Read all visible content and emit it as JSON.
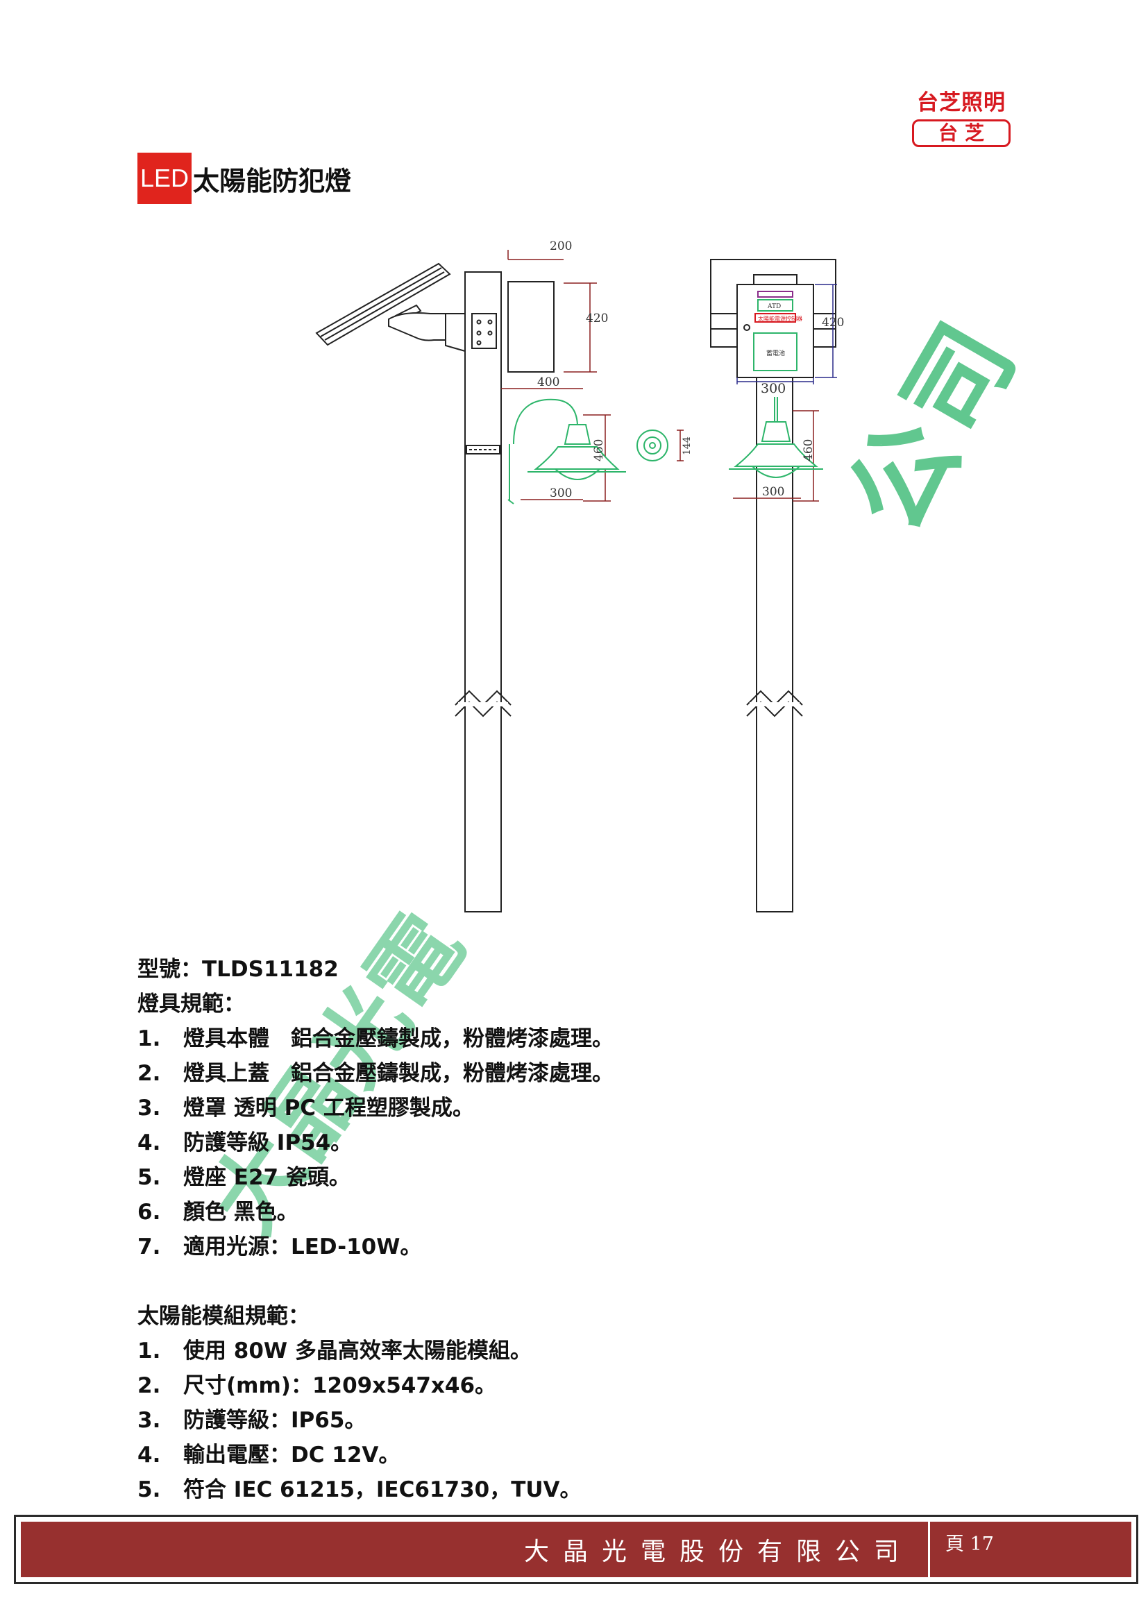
{
  "brand": {
    "name": "台芝照明",
    "box_label": "台芝"
  },
  "title": {
    "led": "LED",
    "text": "太陽能防犯燈"
  },
  "drawing": {
    "dims_side": {
      "width_top": "200",
      "height_box": "420",
      "width_box": "400",
      "lamp_height": "460",
      "lamp_width": "300"
    },
    "dims_front": {
      "height_box": "420",
      "width_box": "300",
      "lamp_height": "460",
      "lamp_width": "300",
      "small_dim": "144"
    },
    "front_box_labels": {
      "a": "ATD",
      "b": "太陽能電源控制器",
      "c": "蓄電池"
    }
  },
  "specs": {
    "model": "型號：TLDS11182",
    "fixture_heading": "燈具規範：",
    "fixture_items": [
      {
        "num": "1.",
        "text": "燈具本體　鋁合金壓鑄製成，粉體烤漆處理。"
      },
      {
        "num": "2.",
        "text": "燈具上蓋　鋁合金壓鑄製成，粉體烤漆處理。"
      },
      {
        "num": "3.",
        "text": "燈罩 透明 PC 工程塑膠製成。"
      },
      {
        "num": "4.",
        "text": "防護等級 IP54。"
      },
      {
        "num": "5.",
        "text": "燈座 E27 瓷頭。"
      },
      {
        "num": "6.",
        "text": "顏色 黑色。"
      },
      {
        "num": "7.",
        "text": "適用光源：LED-10W。"
      }
    ],
    "solar_heading": "太陽能模組規範：",
    "solar_items": [
      {
        "num": "1.",
        "text": "使用 80W 多晶高效率太陽能模組。"
      },
      {
        "num": "2.",
        "text": "尺寸(mm)：1209x547x46。"
      },
      {
        "num": "3.",
        "text": "防護等級：IP65。"
      },
      {
        "num": "4.",
        "text": "輸出電壓：DC 12V。"
      },
      {
        "num": "5.",
        "text": "符合 IEC 61215，IEC61730，TUV。"
      }
    ]
  },
  "watermark": {
    "upper": "公司",
    "lower": "大晶光電"
  },
  "footer": {
    "company": "大晶光電股份有限公司",
    "page": "頁 17"
  },
  "colors": {
    "brand_red": "#d71920",
    "footer_red": "#97302f",
    "watermark_green": "#2db56a"
  }
}
